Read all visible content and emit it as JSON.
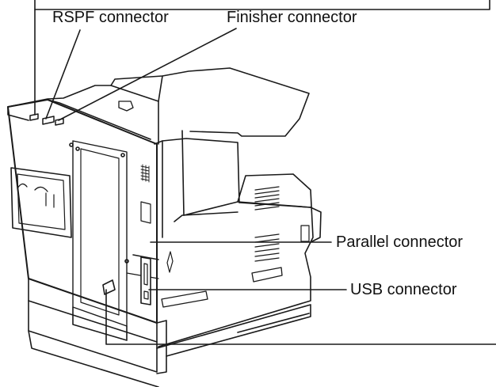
{
  "labels": {
    "rspf": "RSPF connector",
    "finisher": "Finisher connector",
    "parallel": "Parallel connector",
    "usb": "USB connector"
  },
  "colors": {
    "line": "#1a1a1a",
    "paper": "#ffffff"
  }
}
